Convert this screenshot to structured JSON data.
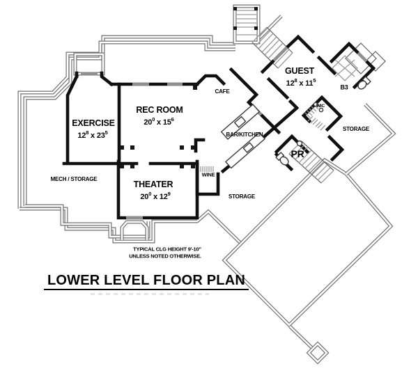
{
  "colors": {
    "wall": "#101010",
    "outline": "#6f6f6f",
    "hatch": "#9a9a9a",
    "background": "#ffffff",
    "text": "#000000"
  },
  "title": {
    "text": "LOWER LEVEL FLOOR PLAN"
  },
  "note": {
    "line1": "TYPICAL CLG HEIGHT 9'-10\"",
    "line2": "UNLESS NOTED OTHERWISE."
  },
  "rooms": {
    "exercise": {
      "name": "EXERCISE",
      "dim": [
        "12",
        "8",
        " x 23",
        "5"
      ]
    },
    "rec_room": {
      "name": "REC ROOM",
      "dim": [
        "20",
        "0",
        " x 15",
        "6"
      ]
    },
    "mech_storage": {
      "name": "MECH / STORAGE"
    },
    "theater": {
      "name": "THEATER",
      "dim": [
        "20",
        "0",
        " x 12",
        "9"
      ]
    },
    "cafe": {
      "name": "CAFE"
    },
    "bar_kitchen": {
      "name": "BAR/KITCHEN"
    },
    "wine": {
      "name": "WINE"
    },
    "storage_center": {
      "name": "STORAGE"
    },
    "guest": {
      "name": "GUEST",
      "dim": [
        "12",
        "8",
        " x 11",
        "5"
      ]
    },
    "b3": {
      "name": "B3"
    },
    "wic": {
      "name": "WIC"
    },
    "storage_right": {
      "name": "STORAGE"
    },
    "pr": {
      "name": "PR"
    }
  }
}
